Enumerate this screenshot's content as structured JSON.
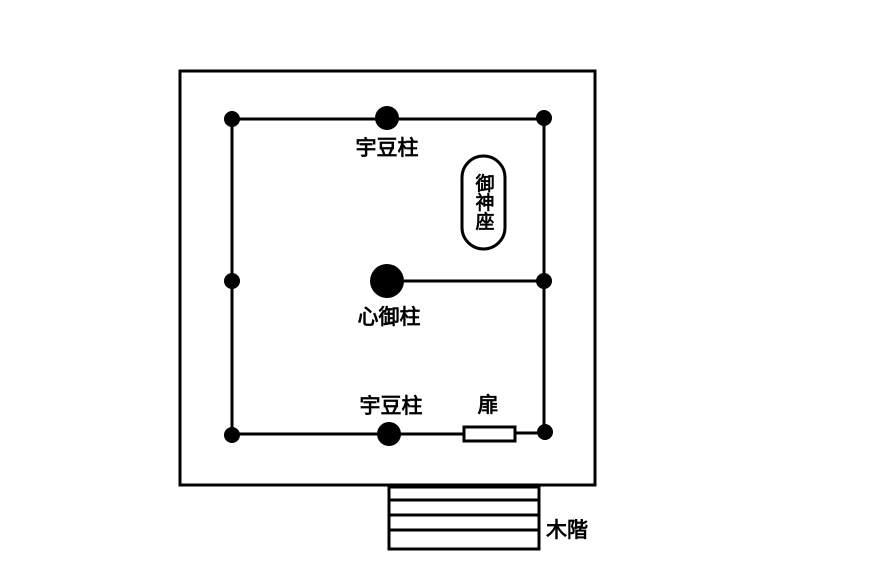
{
  "colors": {
    "line": "#000000",
    "background": "#ffffff"
  },
  "labels": {
    "uzu_bashira_top": "宇豆柱",
    "shin_no_mihashira": "心御柱",
    "uzu_bashira_bottom": "宇豆柱",
    "tobira": "扉",
    "kizahashi": "木階",
    "gokamiza": "御神座"
  }
}
